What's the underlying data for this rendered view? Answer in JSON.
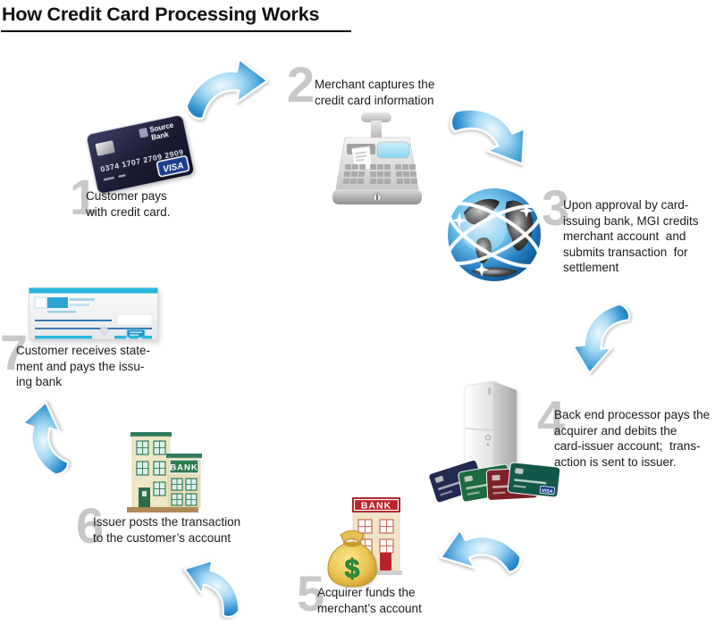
{
  "title": "How Credit Card Processing Works",
  "steps": [
    {
      "num": "1",
      "text": "Customer pays\nwith credit card."
    },
    {
      "num": "2",
      "text": "Merchant captures the\ncredit card information"
    },
    {
      "num": "3",
      "text": "Upon approval by card-\nissuing bank, MGI credits\nmerchant account  and\nsubmits transaction  for\nsettlement"
    },
    {
      "num": "4",
      "text": "Back end processor pays the\nacquirer and debits the\ncard-issuer account;  trans-\naction is sent to issuer."
    },
    {
      "num": "5",
      "text": "Acquirer funds the\nmerchant’s account"
    },
    {
      "num": "6",
      "text": "Issuer posts the transaction\nto the customer’s account"
    },
    {
      "num": "7",
      "text": "Customer receives state-\nment and pays the issu-\ning bank"
    }
  ],
  "credit_card": {
    "bank_name_line1": "Source",
    "bank_name_line2": "Bank",
    "number": "0374 1707 2709 2909",
    "brand": "VISA"
  },
  "processor_cards_brand": "VISA",
  "acquirer_bank_sign": "BANK",
  "money_bag_symbol": "$",
  "issuer_bank_sign": "BANK",
  "colors": {
    "arrow_blue": "#0c6cb6",
    "number_gray": "#c7c8ca",
    "acquirer_sign_red": "#bf2429",
    "issuer_sign_green": "#2e7c52",
    "money_bag_gold": "#e3b93f",
    "check_cyan": "#2ab6dc"
  }
}
